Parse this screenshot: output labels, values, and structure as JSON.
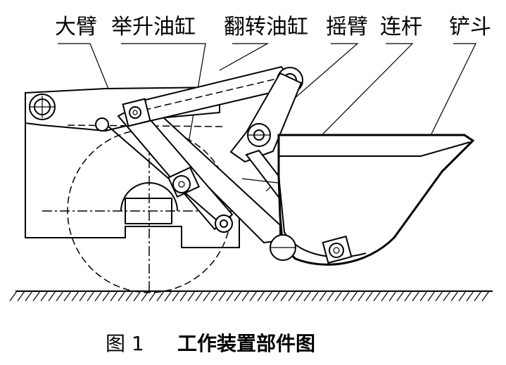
{
  "labels": {
    "big_arm": "大臂",
    "lift_cylinder": "举升油缸",
    "tilt_cylinder": "翻转油缸",
    "rocker_arm": "摇臂",
    "connecting_rod": "连杆",
    "bucket": "铲斗"
  },
  "caption": {
    "figure_number": "图 1",
    "title": "工作装置部件图"
  }
}
